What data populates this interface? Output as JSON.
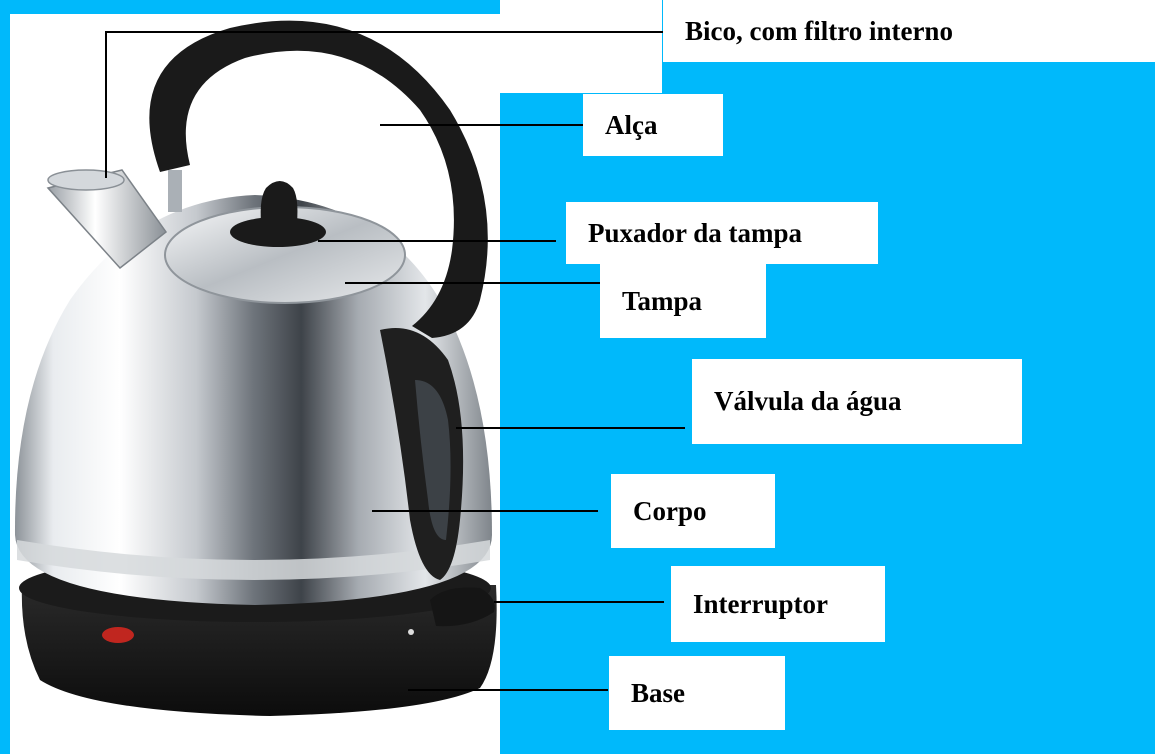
{
  "colors": {
    "background": "#00b9fb",
    "panel": "#ffffff",
    "text": "#000000",
    "leader_line": "#000000",
    "kettle_steel": "#c9cdd2",
    "kettle_black": "#1a1a1a",
    "indicator_light": "#c0261f"
  },
  "diagram": {
    "subject": "electric-kettle-photo",
    "labels": [
      {
        "id": "spout",
        "text": "Bico, com filtro interno"
      },
      {
        "id": "handle",
        "text": "Alça"
      },
      {
        "id": "lid-knob",
        "text": "Puxador da tampa"
      },
      {
        "id": "lid",
        "text": "Tampa"
      },
      {
        "id": "water-window",
        "text": "Válvula da água"
      },
      {
        "id": "body",
        "text": "Corpo"
      },
      {
        "id": "switch",
        "text": "Interruptor"
      },
      {
        "id": "base",
        "text": "Base"
      }
    ]
  }
}
